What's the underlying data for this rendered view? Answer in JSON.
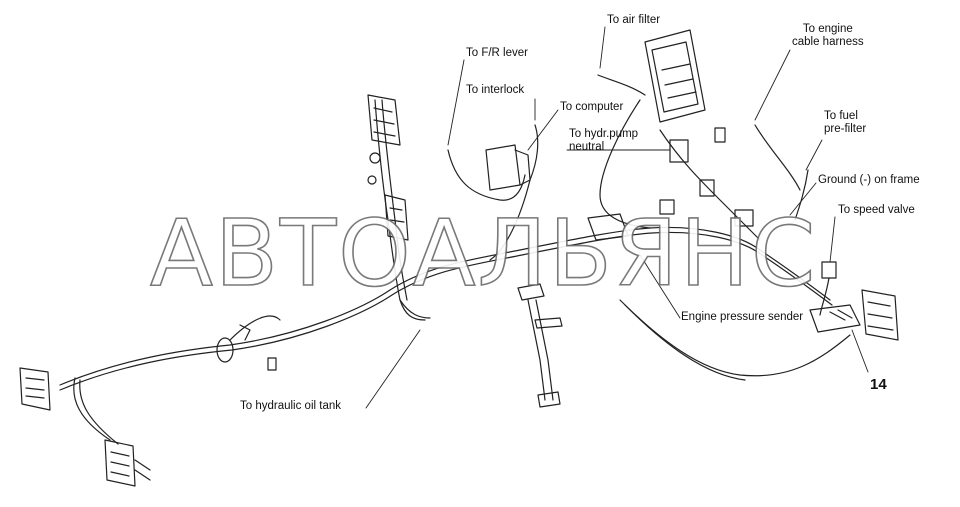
{
  "labels": {
    "to_air_filter": "To air filter",
    "to_fr_lever": "To F/R lever",
    "to_interlock": "To interlock",
    "to_computer": "To computer",
    "to_hydr_pump_1": "To hydr.pump",
    "to_hydr_pump_2": "neutral",
    "to_engine_cable_1": "To engine",
    "to_engine_cable_2": "cable harness",
    "to_fuel_1": "To fuel",
    "to_fuel_2": "pre-filter",
    "ground_frame": "Ground (-) on frame",
    "to_speed_valve": "To speed valve",
    "engine_pressure_sender": "Engine pressure sender",
    "to_hydraulic_oil_tank": "To hydraulic oil tank"
  },
  "part_number": "14",
  "watermark": "АВТОАЛЬЯНС"
}
